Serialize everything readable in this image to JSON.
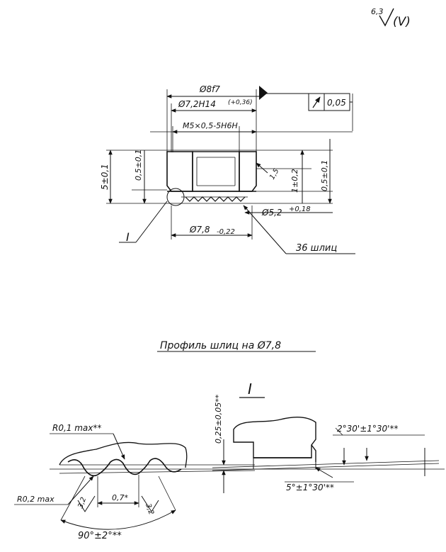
{
  "roughness": {
    "value": "6,3",
    "paren": "(V)"
  },
  "top_view": {
    "d_outer": "Ø8f7",
    "d_bore": "Ø7,2H14",
    "d_bore_tol": "(+0,36)",
    "thread": "M5×0,5-5H6H",
    "runout_value": "0,05",
    "h_total": "5±0,1",
    "h_left": "0,5±0,1",
    "h_right": "0,5±0,1",
    "h_spline": "1±0,2",
    "chamfer": "1,5",
    "d_spline_root": "Ø5,2",
    "d_spline_root_tol": "+0,18",
    "d_spline_outer": "Ø7,8",
    "d_spline_outer_tol": "-0,22",
    "detail_ref": "I",
    "spline_count": "36 шлиц"
  },
  "profile_title": "Профиль шлиц на Ø7,8",
  "detail": {
    "label": "I",
    "depth": "0,25±0,05**",
    "angle_small": "2°30'±1°30'**",
    "angle_taper": "5°±1°30'**",
    "r_top": "R0,1 max**",
    "r_bottom": "R0,2 max",
    "pitch": "0,7*",
    "rough_left": "3,2",
    "rough_right": "3,2",
    "angle_profile": "90°±2°**"
  }
}
